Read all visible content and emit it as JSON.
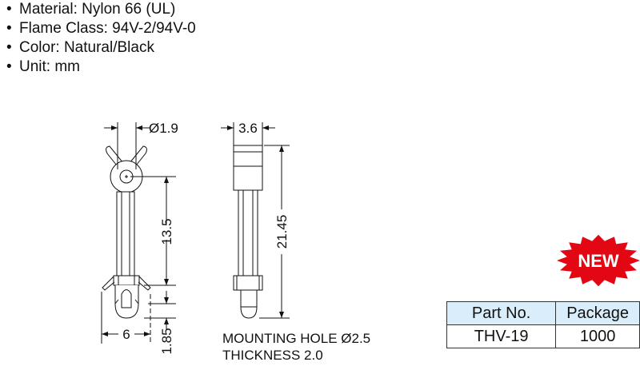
{
  "specs": [
    {
      "bullet": "•",
      "text": "Material: Nylon 66 (UL)"
    },
    {
      "bullet": "•",
      "text": "Flame Class: 94V-2/94V-0"
    },
    {
      "bullet": "•",
      "text": "Color: Natural/Black"
    },
    {
      "bullet": "•",
      "text": "Unit: mm"
    }
  ],
  "drawing": {
    "dim_clip_diameter": "Ø1.9",
    "dim_height_13_5": "13.5",
    "dim_tip": "1.85",
    "dim_width": "6",
    "dim_side_width": "3.6",
    "dim_total_length": "21.45",
    "note_mounting_hole": "MOUNTING HOLE Ø2.5",
    "note_thickness": "THICKNESS 2.0"
  },
  "badge": {
    "text": "NEW",
    "color": "#e30613"
  },
  "table": {
    "headers": [
      "Part No.",
      "Package"
    ],
    "rows": [
      [
        "THV-19",
        "1000"
      ]
    ],
    "header_bg": "#d9eefa"
  }
}
